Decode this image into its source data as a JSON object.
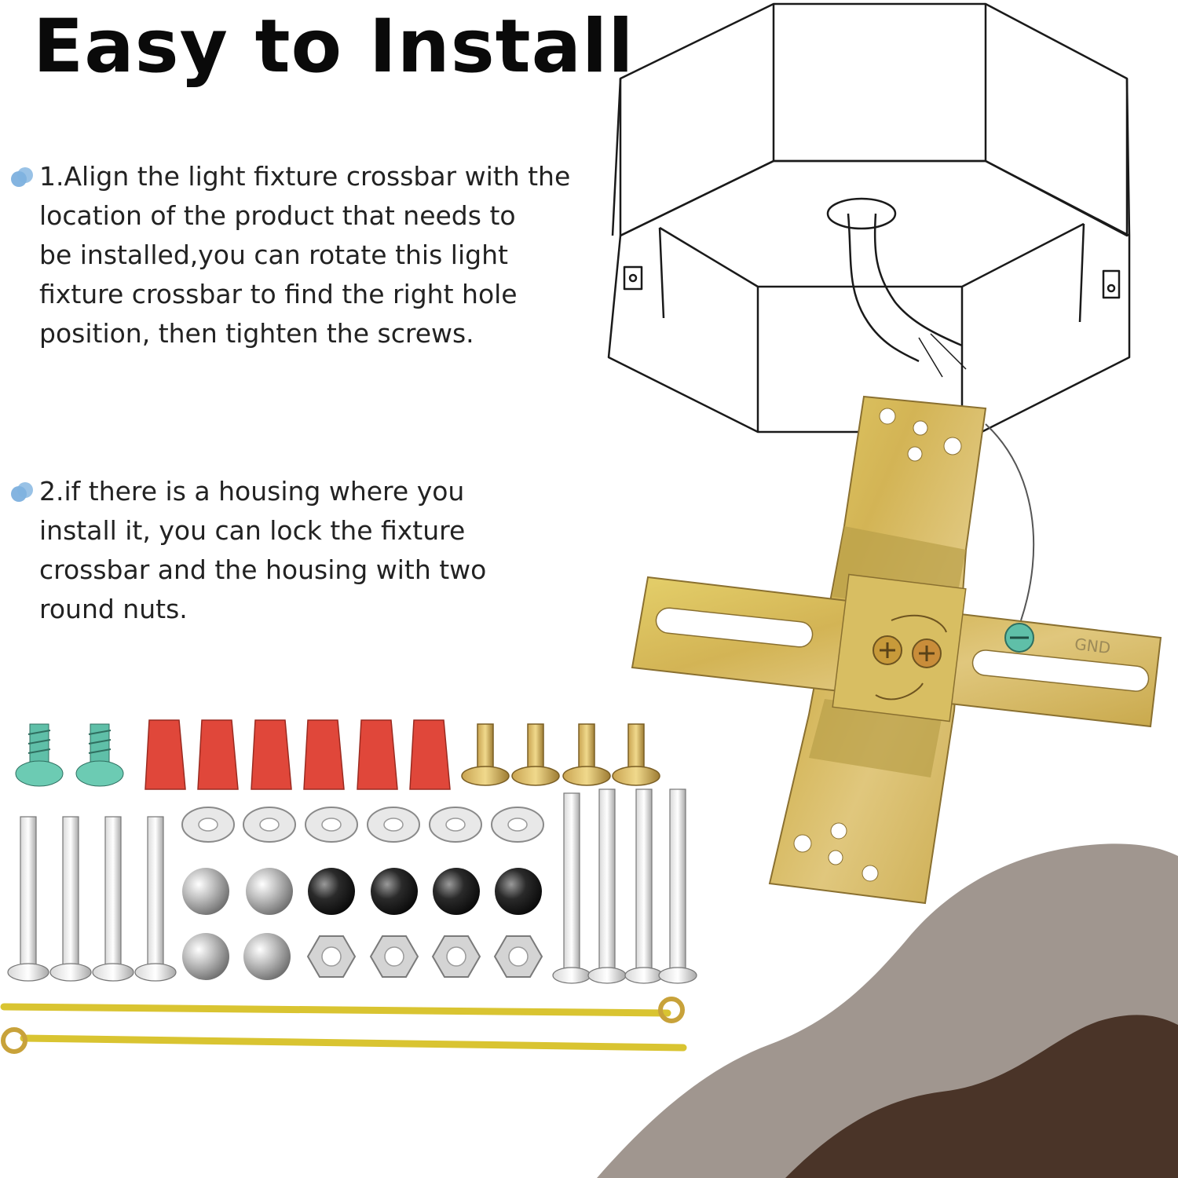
{
  "title": "Easy to Install",
  "steps": [
    {
      "lines": [
        "1.Align the light fixture crossbar with the",
        "location of the product that needs to",
        "be installed,you can rotate this light",
        "fixture crossbar to find the right hole",
        "position, then tighten the screws."
      ]
    },
    {
      "lines": [
        "2.if there is a housing where you",
        "install it, you can lock the fixture",
        "crossbar and the housing with two",
        "round nuts."
      ]
    }
  ],
  "bracket_stamp": "GND",
  "colors": {
    "title": "#0a0a0a",
    "text": "#222222",
    "bullet": "#5b9bd5",
    "bracket": "#d8c05a",
    "wire_nut": "#e0473a",
    "ground_screw": "#5fbfa8",
    "ground_wire": "#d9c431",
    "background_wave_light": "#8f847b",
    "background_wave_dark": "#4a3428"
  },
  "icons": [
    "bullet-icon",
    "junction-box-icon",
    "crossbar-bracket-icon"
  ]
}
